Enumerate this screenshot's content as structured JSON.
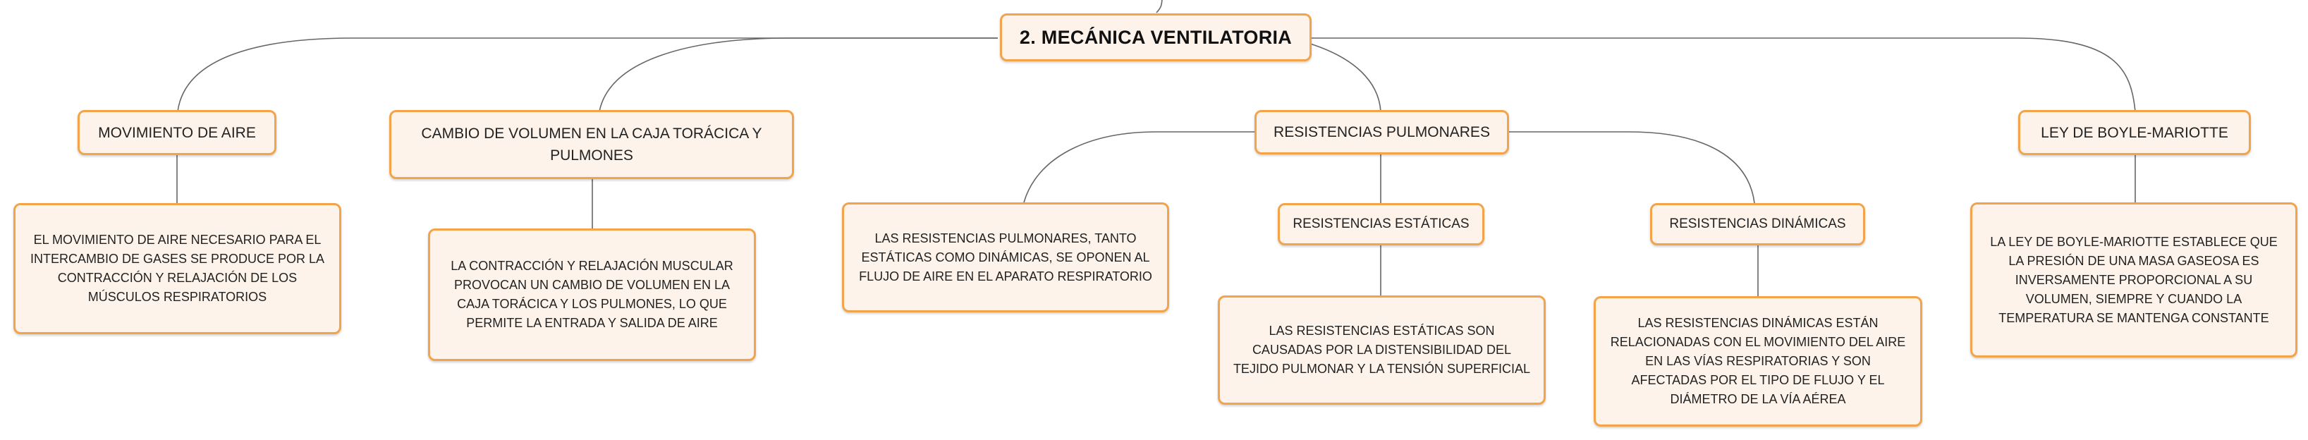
{
  "root": {
    "label": "2. MECÁNICA VENTILATORIA"
  },
  "topics": {
    "movimiento": {
      "label": "MOVIMIENTO DE AIRE",
      "detail": "EL MOVIMIENTO DE AIRE NECESARIO PARA EL INTERCAMBIO DE GASES SE PRODUCE POR LA CONTRACCIÓN Y RELAJACIÓN DE LOS MÚSCULOS RESPIRATORIOS"
    },
    "cambio": {
      "label": "CAMBIO DE VOLUMEN EN LA CAJA TORÁCICA Y PULMONES",
      "detail": "LA CONTRACCIÓN Y RELAJACIÓN MUSCULAR PROVOCAN UN CAMBIO DE VOLUMEN EN LA CAJA TORÁCICA Y LOS PULMONES, LO QUE PERMITE LA ENTRADA Y SALIDA DE AIRE"
    },
    "resistencias": {
      "label": "RESISTENCIAS PULMONARES",
      "detail": "LAS RESISTENCIAS PULMONARES, TANTO ESTÁTICAS COMO DINÁMICAS, SE OPONEN AL FLUJO DE AIRE EN EL APARATO RESPIRATORIO",
      "estaticas": {
        "label": "RESISTENCIAS ESTÁTICAS",
        "detail": "LAS RESISTENCIAS ESTÁTICAS SON CAUSADAS POR LA DISTENSIBILIDAD DEL TEJIDO PULMONAR Y LA TENSIÓN SUPERFICIAL"
      },
      "dinamicas": {
        "label": "RESISTENCIAS DINÁMICAS",
        "detail": "LAS RESISTENCIAS DINÁMICAS ESTÁN RELACIONADAS CON EL MOVIMIENTO DEL AIRE EN LAS VÍAS RESPIRATORIAS Y SON AFECTADAS POR EL TIPO DE FLUJO Y EL DIÁMETRO DE LA VÍA AÉREA"
      }
    },
    "boyle": {
      "label": "LEY DE BOYLE-MARIOTTE",
      "detail": "LA LEY DE BOYLE-MARIOTTE ESTABLECE QUE LA PRESIÓN DE UNA MASA GASEOSA ES INVERSAMENTE PROPORCIONAL A SU VOLUMEN, SIEMPRE Y CUANDO LA TEMPERATURA SE MANTENGA CONSTANTE"
    }
  },
  "colors": {
    "node_border": "#f3a44a",
    "node_fill": "#fdf3ea",
    "connector": "#666666"
  }
}
